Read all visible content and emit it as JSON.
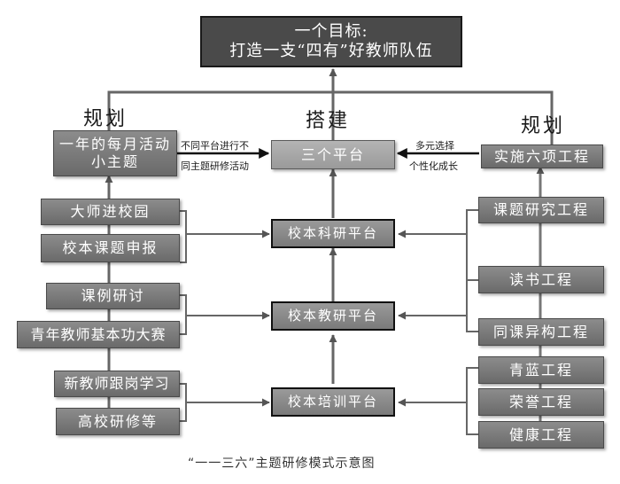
{
  "goal": {
    "line1": "一个目标:",
    "line2": "打造一支“四有”好教师队伍"
  },
  "labels": {
    "plan_left": "规划",
    "build": "搭建",
    "plan_right": "规划"
  },
  "hub": {
    "left_box": "一年的每月活动小主题",
    "center_box": "三个平台",
    "right_box": "实施六项工程",
    "left_note_1": "不同平台进行不",
    "left_note_2": "同主题研修活动",
    "right_note_1": "多元选择",
    "right_note_2": "个性化成长"
  },
  "platforms": [
    "校本科研平台",
    "校本教研平台",
    "校本培训平台"
  ],
  "left_activities": [
    "大师进校园",
    "校本课题申报",
    "课例研讨",
    "青年教师基本功大赛",
    "新教师跟岗学习",
    "高校研修等"
  ],
  "right_projects": [
    "课题研究工程",
    "读书工程",
    "同课异构工程",
    "青蓝工程",
    "荣誉工程",
    "健康工程"
  ],
  "caption": "“一一三六”主题研修模式示意图"
}
